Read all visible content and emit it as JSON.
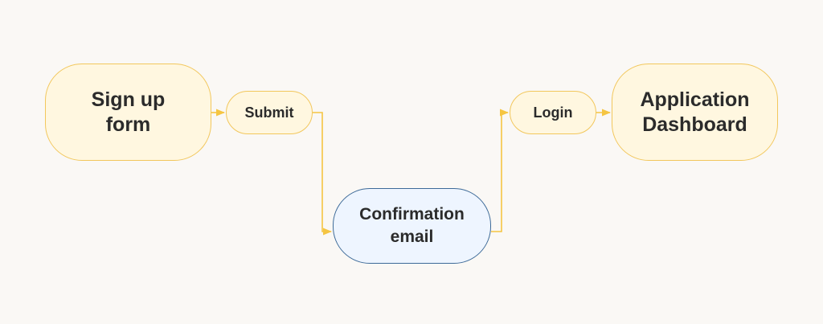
{
  "diagram": {
    "nodes": {
      "signup": "Sign up\nform",
      "submit": "Submit",
      "confirmation": "Confirmation\nemail",
      "login": "Login",
      "dashboard": "Application\nDashboard"
    },
    "colors": {
      "connector": "#f5c542",
      "process_fill": "#fff7e0",
      "process_border": "#f2c75c",
      "email_fill": "#eef5ff",
      "email_border": "#3d6a98"
    }
  }
}
